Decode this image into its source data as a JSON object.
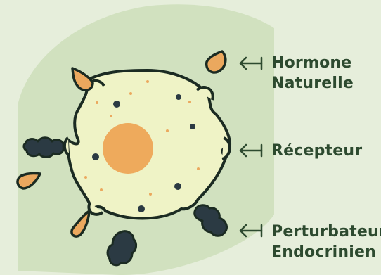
{
  "colors": {
    "background": "#e6eedb",
    "backdrop_blob": "#d1e1bf",
    "cell_fill": "#eff3c6",
    "cell_outline": "#1b2b22",
    "nucleus": "#eeaa5c",
    "hormone": "#eba85e",
    "disruptor": "#2b3a43",
    "text": "#2d4a2f"
  },
  "labels": {
    "hormone": {
      "line1": "Hormone",
      "line2": "Naturelle"
    },
    "receptor": {
      "line1": "Récepteur"
    },
    "disruptor": {
      "line1": "Perturbateur",
      "line2": "Endocrinien"
    }
  },
  "icons": {
    "arrow": "left-arrow-icon",
    "hormone": "hormone-drop-icon",
    "disruptor": "disruptor-molecule-icon"
  }
}
